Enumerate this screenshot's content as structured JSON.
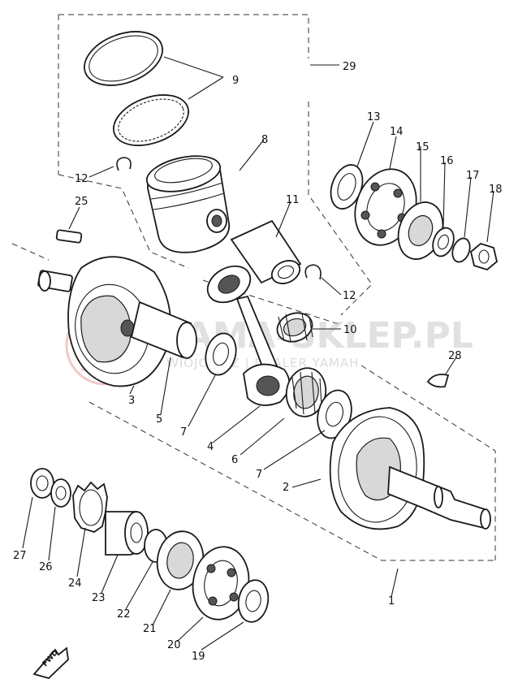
{
  "diagram": {
    "callouts": [
      {
        "id": "c1",
        "text": "1"
      },
      {
        "id": "c2",
        "text": "2"
      },
      {
        "id": "c3",
        "text": "3"
      },
      {
        "id": "c4",
        "text": "4"
      },
      {
        "id": "c5",
        "text": "5"
      },
      {
        "id": "c6",
        "text": "6"
      },
      {
        "id": "c7a",
        "text": "7"
      },
      {
        "id": "c7b",
        "text": "7"
      },
      {
        "id": "c8",
        "text": "8"
      },
      {
        "id": "c9",
        "text": "9"
      },
      {
        "id": "c10",
        "text": "10"
      },
      {
        "id": "c11",
        "text": "11"
      },
      {
        "id": "c12a",
        "text": "12"
      },
      {
        "id": "c12b",
        "text": "12"
      },
      {
        "id": "c13",
        "text": "13"
      },
      {
        "id": "c14",
        "text": "14"
      },
      {
        "id": "c15",
        "text": "15"
      },
      {
        "id": "c16",
        "text": "16"
      },
      {
        "id": "c17",
        "text": "17"
      },
      {
        "id": "c18",
        "text": "18"
      },
      {
        "id": "c19",
        "text": "19"
      },
      {
        "id": "c20",
        "text": "20"
      },
      {
        "id": "c21",
        "text": "21"
      },
      {
        "id": "c22",
        "text": "22"
      },
      {
        "id": "c23",
        "text": "23"
      },
      {
        "id": "c24",
        "text": "24"
      },
      {
        "id": "c25",
        "text": "25"
      },
      {
        "id": "c26",
        "text": "26"
      },
      {
        "id": "c27",
        "text": "27"
      },
      {
        "id": "c28",
        "text": "28"
      },
      {
        "id": "c29",
        "text": "29"
      }
    ],
    "direction_marker": "FWD"
  },
  "watermark": {
    "main": "YAMA-SKLEP.PL",
    "sub": "WIOJCZ...Z | DEALER YAMAH"
  }
}
